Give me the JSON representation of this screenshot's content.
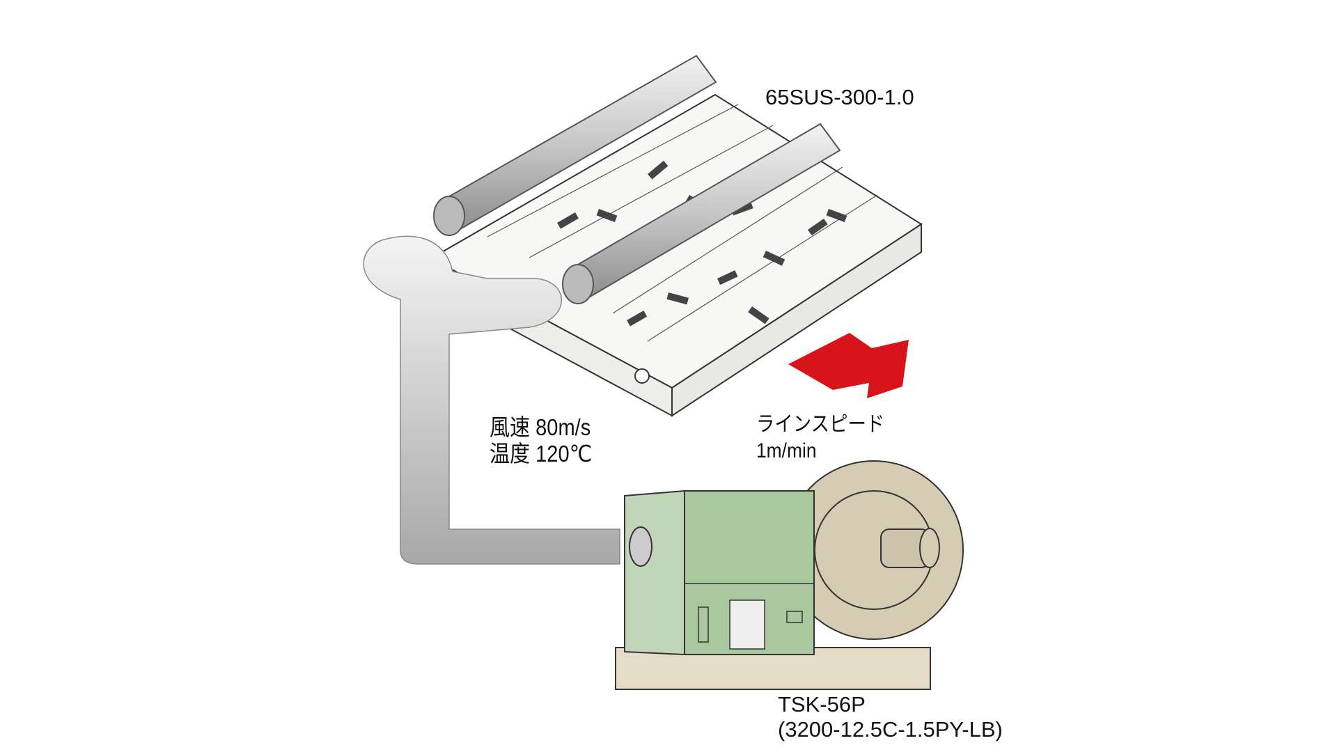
{
  "labels": {
    "nozzle_model": "65SUS-300-1.0",
    "air_velocity": "風速 80m/s",
    "temperature": "温度 120℃",
    "line_speed_title": "ラインスピード",
    "line_speed_value": "1m/min",
    "heater_model": "TSK-56P",
    "heater_spec": "(3200-12.5C-1.5PY-LB)"
  },
  "colors": {
    "arrow": "#d7141c",
    "heater_body": "#a9c8a0",
    "fan_body": "#d6ccb4",
    "tube": "#cfcfcf"
  }
}
